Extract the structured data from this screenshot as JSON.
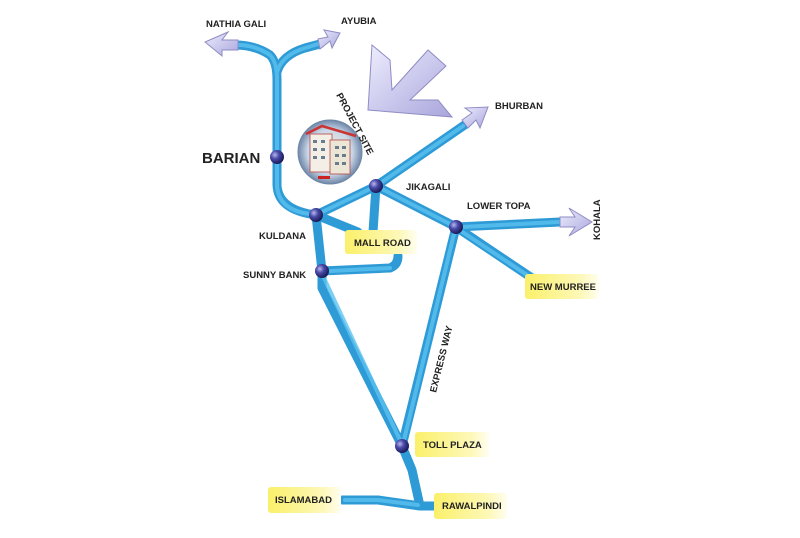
{
  "places": {
    "nathia_gali": "NATHIA GALI",
    "ayubia": "AYUBIA",
    "barian": "BARIAN",
    "project_site": "PROJECT SITE",
    "bhurban": "BHURBAN",
    "jikagali": "JIKAGALI",
    "kuldana": "KULDANA",
    "lower_topa": "LOWER TOPA",
    "kohala": "KOHALA",
    "mall_road": "MALL ROAD",
    "sunny_bank": "SUNNY BANK",
    "new_murree": "NEW MURREE",
    "express_way": "EXPRESS WAY",
    "toll_plaza": "TOLL PLAZA",
    "islamabad": "ISLAMABAD",
    "rawalpindi": "RAWALPINDI"
  },
  "colors": {
    "road": "#2e9ad6",
    "road_highlight": "#5cc3f0",
    "node": "#2a2a7a",
    "label_box": "#fbf37a",
    "arrow": "#c9c6ea"
  }
}
